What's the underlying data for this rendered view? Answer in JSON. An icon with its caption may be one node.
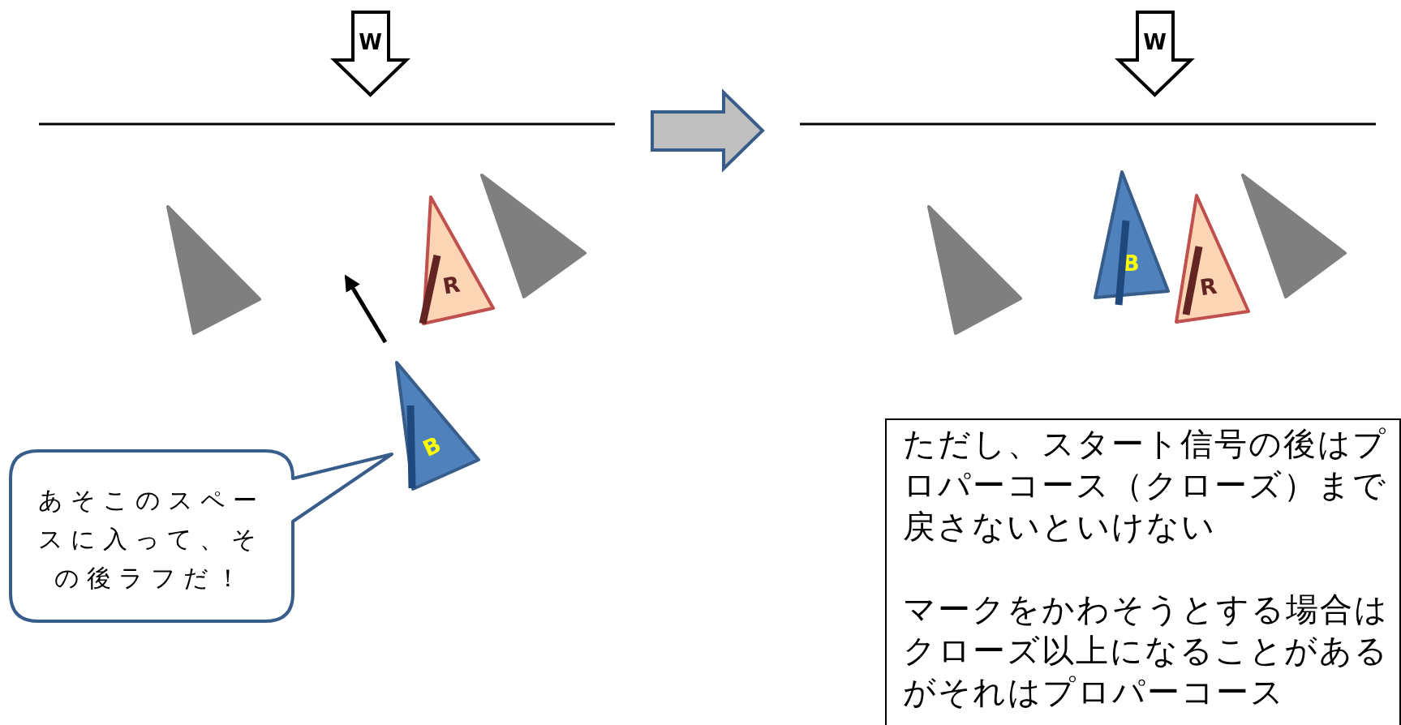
{
  "diagram": {
    "nodes": [
      {
        "text": [
          "W"
        ]
      },
      {
        "text": [],
        "shape": "triangle"
      },
      {
        "text": [
          "R"
        ]
      },
      {
        "text": [],
        "shape": "triangle"
      },
      {
        "text": [
          "B"
        ]
      },
      {
        "text": [
          "あそこのスペースに入って、その後ラフだ！"
        ]
      },
      {
        "text": [
          "W"
        ]
      },
      {
        "text": [],
        "shape": "triangle"
      },
      {
        "text": [
          "B"
        ]
      },
      {
        "text": [
          "R"
        ]
      },
      {
        "text": [],
        "shape": "triangle"
      },
      {
        "text": [
          "ただし、スタート信号の後はプロパーコース（クローズ）まで戻さないといけない",
          "マークをかわそうとする場合はクローズ以上になることがあるがそれはプロパーコース"
        ]
      }
    ]
  }
}
